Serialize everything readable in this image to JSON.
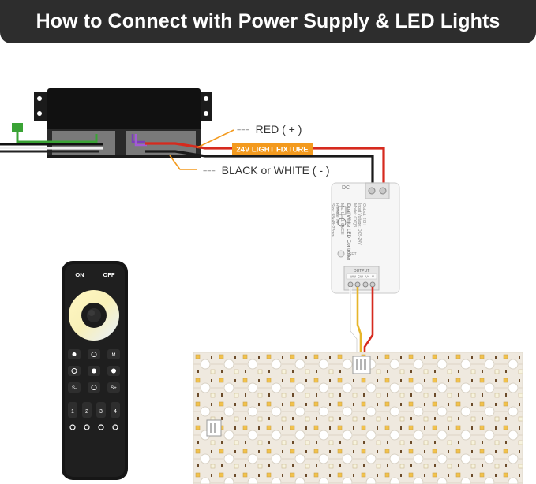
{
  "header": {
    "title": "How to Connect with Power Supply & LED Lights"
  },
  "wiring": {
    "red_label": "RED ( + )",
    "black_label": "BLACK or WHITE ( - )",
    "fixture_tag": "24V LIGHT FIXTURE",
    "symbol": "==="
  },
  "controller": {
    "title": "Dual White LED Controller",
    "spec_lines": [
      "Model: CXQ3",
      "Input Voltage: DC5-24V",
      "Output: 2CH",
      "Max Load: 6A/CH",
      "Remote: RF",
      "Size: 98x48x22mm"
    ],
    "output_label": "OUTPUT",
    "terminals": [
      "WW",
      "CW",
      "V+",
      "V-"
    ],
    "indicator": "SET"
  },
  "remote": {
    "on_label": "ON",
    "off_label": "OFF",
    "buttons_row4": [
      "S-",
      "S+"
    ],
    "zone_numbers": [
      "1",
      "2",
      "3",
      "4"
    ]
  },
  "colors": {
    "banner": "#2d2d2d",
    "red_wire": "#d62a1e",
    "black_wire": "#1a1a1a",
    "tag_orange": "#f39a1e",
    "ground_green": "#3aa335",
    "strip_board": "#f1ede6",
    "led_warm": "#f2c24b",
    "led_cool": "#f7f3de"
  },
  "icons": [
    "brightness-icon",
    "cct-icon",
    "mode-icon",
    "on-off-icon"
  ]
}
